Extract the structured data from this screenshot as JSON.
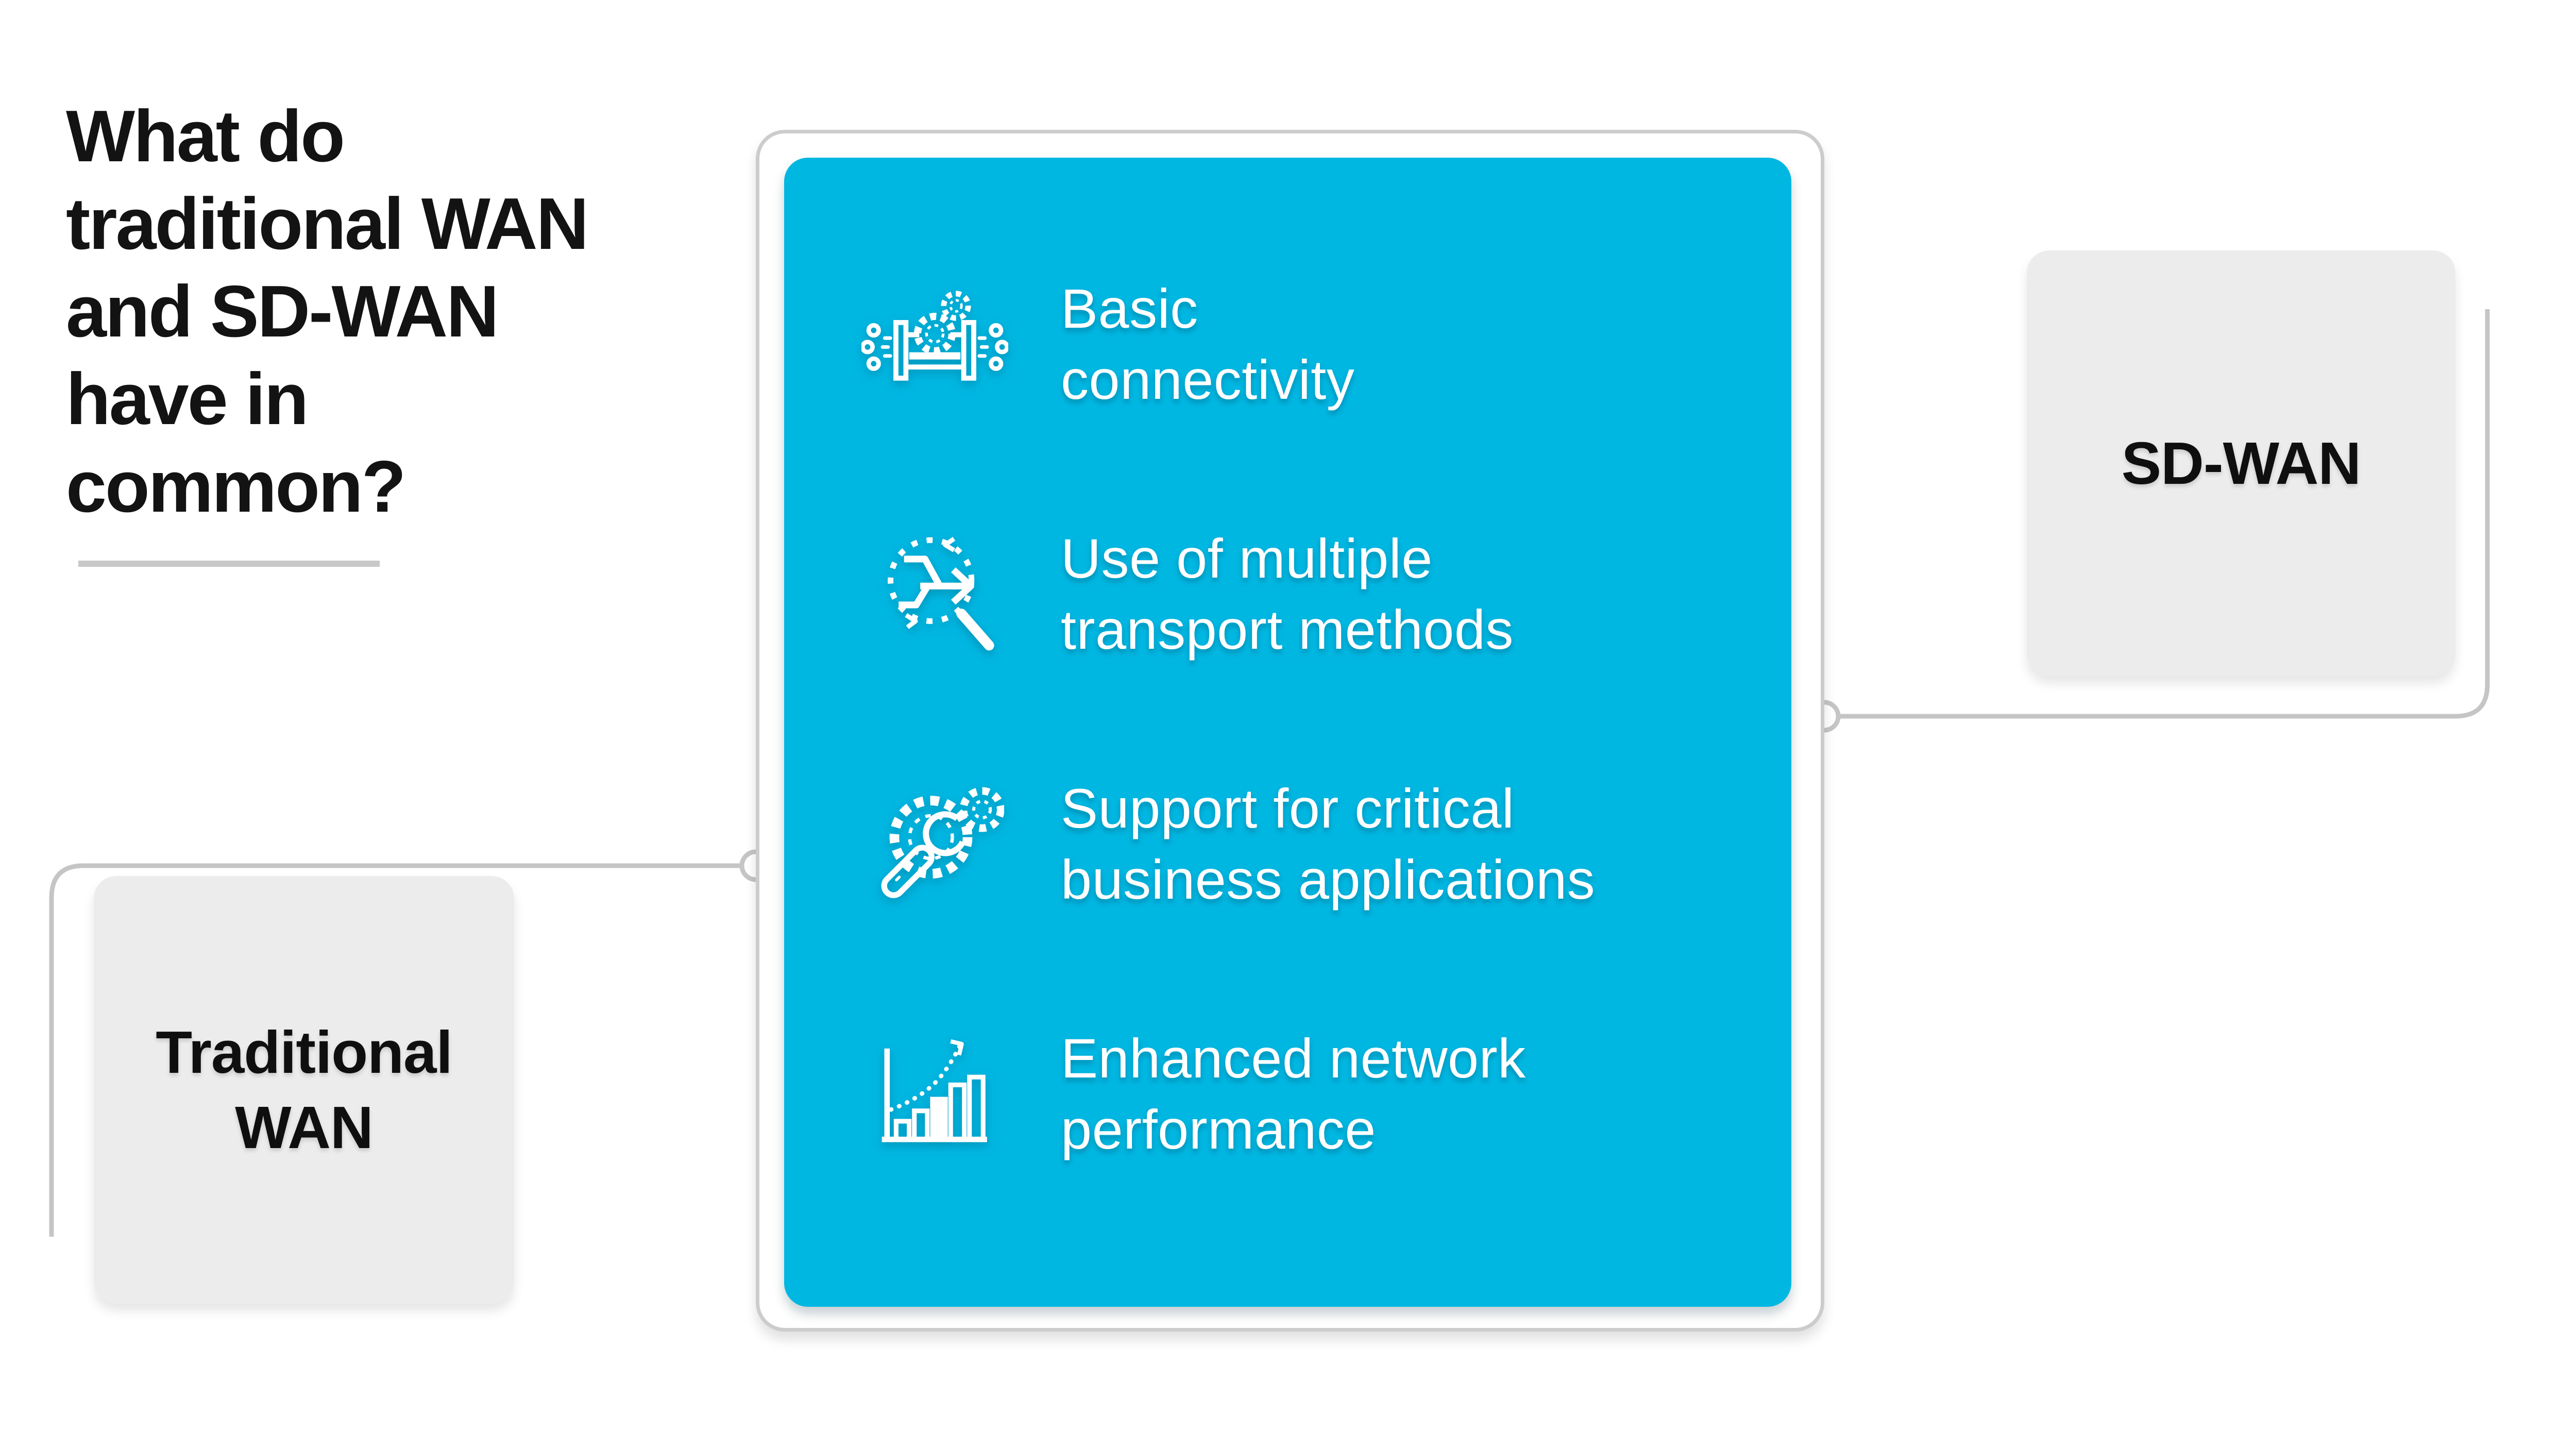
{
  "title": {
    "text": "What do traditional WAN and SD-WAN have in common?",
    "display_lines": "What do\ntraditional WAN\nand SD-WAN\nhave in\ncommon?"
  },
  "nodes": {
    "traditional_wan": {
      "label": "Traditional\nWAN"
    },
    "sd_wan": {
      "label": "SD-WAN"
    }
  },
  "common_panel": {
    "items": [
      {
        "icon": "pipe-gears-icon",
        "label": "Basic\nconnectivity"
      },
      {
        "icon": "route-magnifier-icon",
        "label": "Use of multiple\ntransport methods"
      },
      {
        "icon": "wrench-gears-icon",
        "label": "Support for critical\nbusiness applications"
      },
      {
        "icon": "growth-chart-icon",
        "label": "Enhanced network\nperformance"
      }
    ]
  },
  "colors": {
    "accent_cyan": "#00b7e2",
    "node_gray": "#ececec",
    "connector_gray": "#c5c5c5",
    "card_border_gray": "#cccccc",
    "underline_gray": "#c8c8c8",
    "title_black": "#131313",
    "text_white": "#ffffff"
  }
}
